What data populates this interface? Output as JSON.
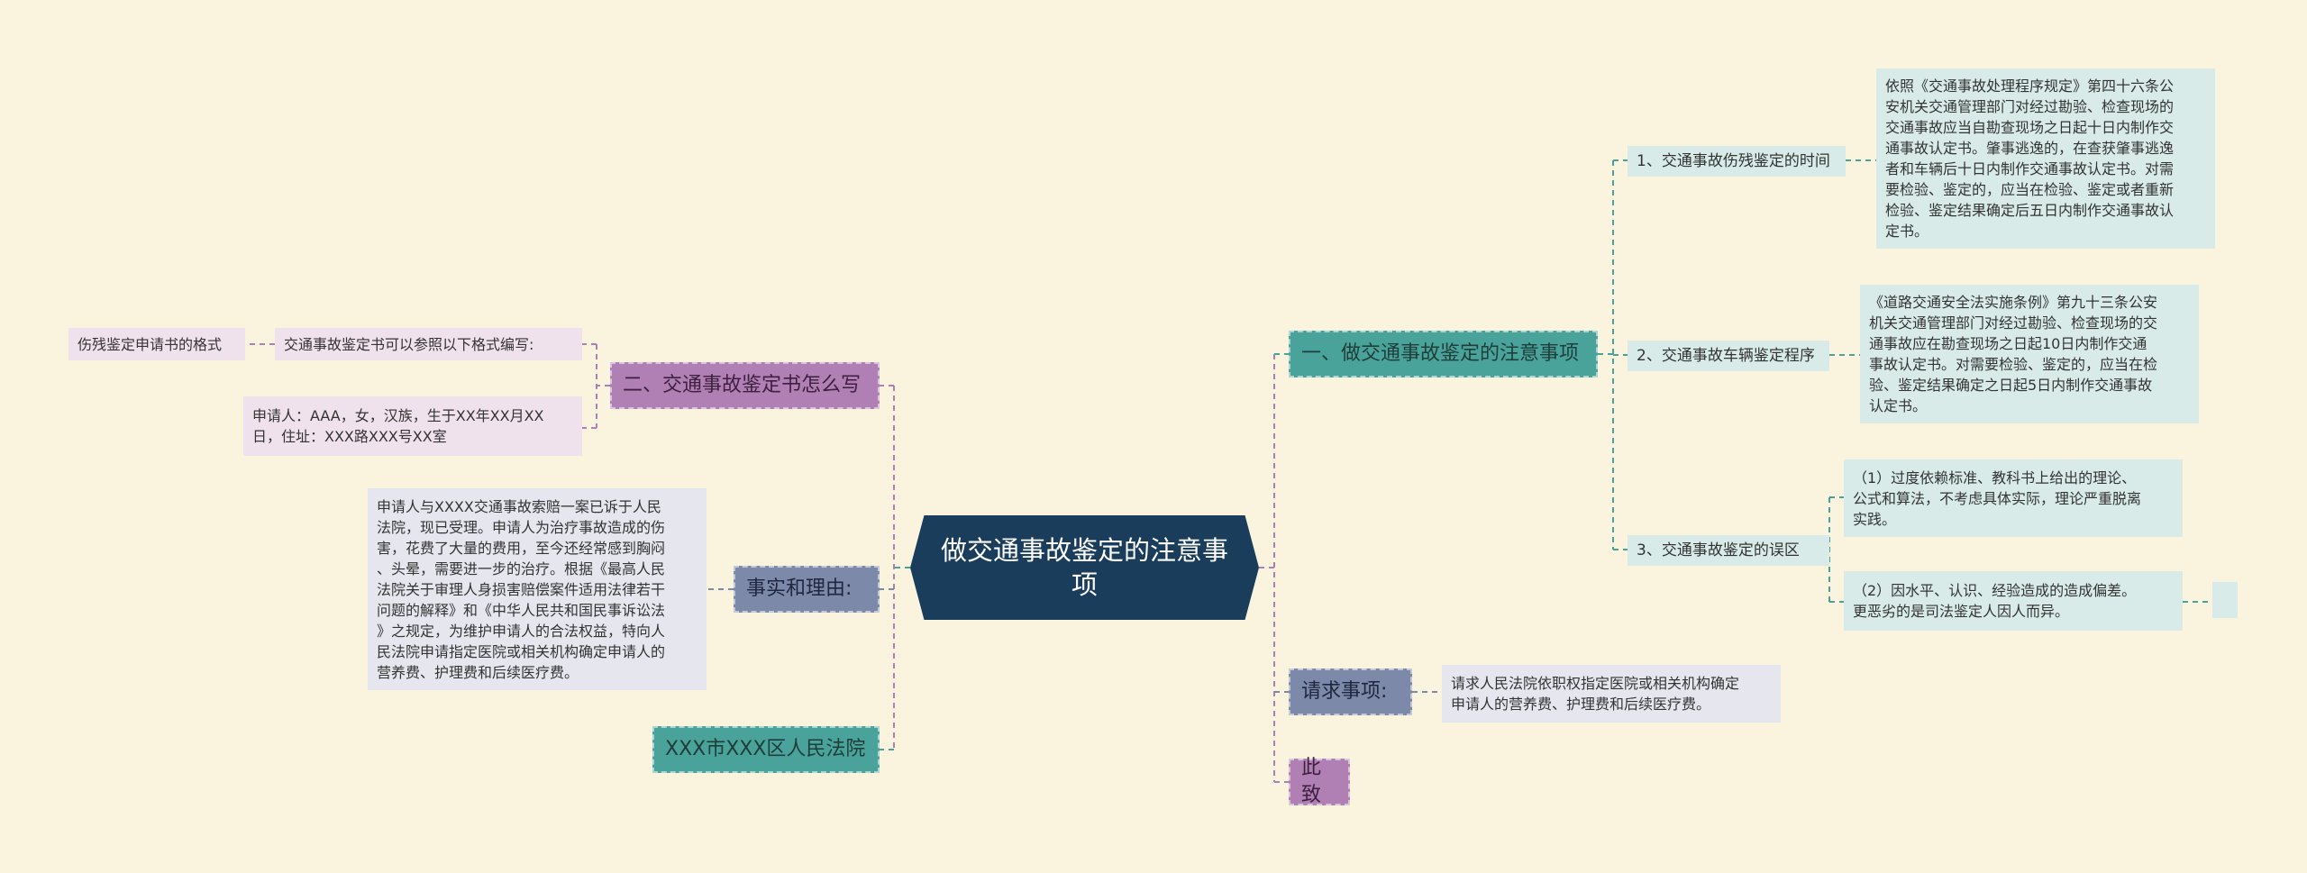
{
  "root": {
    "title": "做交通事故鉴定的注意事\n项"
  },
  "right": {
    "branch1": {
      "label": "一、做交通事故鉴定的注意事项",
      "item1": {
        "label": "1、交通事故伤残鉴定的时间",
        "detail": "依照《交通事故处理程序规定》第四十六条公\n安机关交通管理部门对经过勘验、检查现场的\n交通事故应当自勘查现场之日起十日内制作交\n通事故认定书。肇事逃逸的，在查获肇事逃逸\n者和车辆后十日内制作交通事故认定书。对需\n要检验、鉴定的，应当在检验、鉴定或者重新\n检验、鉴定结果确定后五日内制作交通事故认\n定书。"
      },
      "item2": {
        "label": "2、交通事故车辆鉴定程序",
        "detail": "《道路交通安全法实施条例》第九十三条公安\n机关交通管理部门对经过勘验、检查现场的交\n通事故应在勘查现场之日起10日内制作交通\n事故认定书。对需要检验、鉴定的，应当在检\n验、鉴定结果确定之日起5日内制作交通事故\n认定书。"
      },
      "item3": {
        "label": "3、交通事故鉴定的误区",
        "detail1": "（1）过度依赖标准、教科书上给出的理论、\n公式和算法，不考虑具体实际，理论严重脱离\n实践。",
        "detail2": "（2）因水平、认识、经验造成的造成偏差。\n更恶劣的是司法鉴定人因人而异。",
        "extra": ""
      }
    },
    "branch2": {
      "label": "请求事项:",
      "detail": "请求人民法院依职权指定医院或相关机构确定\n申请人的营养费、护理费和后续医疗费。"
    },
    "branch3": {
      "label": "此致"
    }
  },
  "left": {
    "branch1": {
      "label": "二、交通事故鉴定书怎么写",
      "item1": {
        "label": "交通事故鉴定书可以参照以下格式编写:",
        "detail": "伤残鉴定申请书的格式"
      },
      "item2": {
        "label": "申请人：AAA，女，汉族，生于XX年XX月XX\n日，住址：XXX路XXX号XX室"
      }
    },
    "branch2": {
      "label": "事实和理由:",
      "detail": "申请人与XXXX交通事故索赔一案已诉于人民\n法院，现已受理。申请人为治疗事故造成的伤\n害，花费了大量的费用，至今还经常感到胸闷\n、头晕，需要进一步的治疗。根据《最高人民\n法院关于审理人身损害赔偿案件适用法律若干\n问题的解释》和《中华人民共和国民事诉讼法\n》之规定，为维护申请人的合法权益，特向人\n民法院申请指定医院或相关机构确定申请人的\n营养费、护理费和后续医疗费。"
    },
    "branch3": {
      "label": "XXX市XXX区人民法院"
    }
  }
}
